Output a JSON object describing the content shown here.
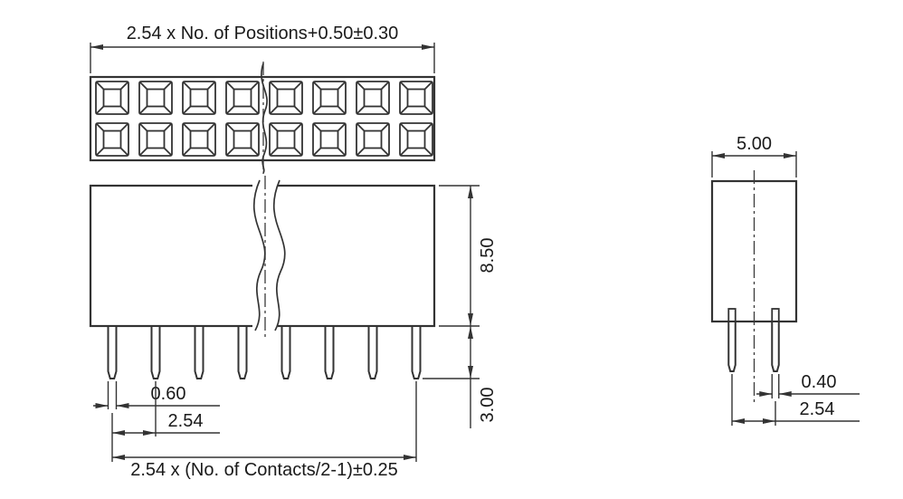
{
  "drawing": {
    "type": "technical-dimensional-drawing",
    "subject": "2.54 mm pitch dual-row female pin header connector",
    "units": "mm",
    "colors": {
      "line": "#333333",
      "text": "#1a1a1a",
      "background": "#ffffff"
    },
    "views": {
      "top_view": {
        "name": "top view",
        "rows": 2,
        "positions_per_row": 8,
        "dim_width": "2.54 x No. of Positions+0.50±0.30"
      },
      "front_view": {
        "name": "front view",
        "pins_shown": 8,
        "dim_body_height": "8.50",
        "dim_pin_length": "3.00",
        "dim_pin_width": "0.60",
        "dim_pin_pitch": "2.54",
        "dim_contact_span": "2.54 x (No. of Contacts/2-1)±0.25"
      },
      "side_view": {
        "name": "side view",
        "pins_shown": 2,
        "dim_body_width": "5.00",
        "dim_pin_thickness": "0.40",
        "dim_row_pitch": "2.54"
      }
    }
  }
}
